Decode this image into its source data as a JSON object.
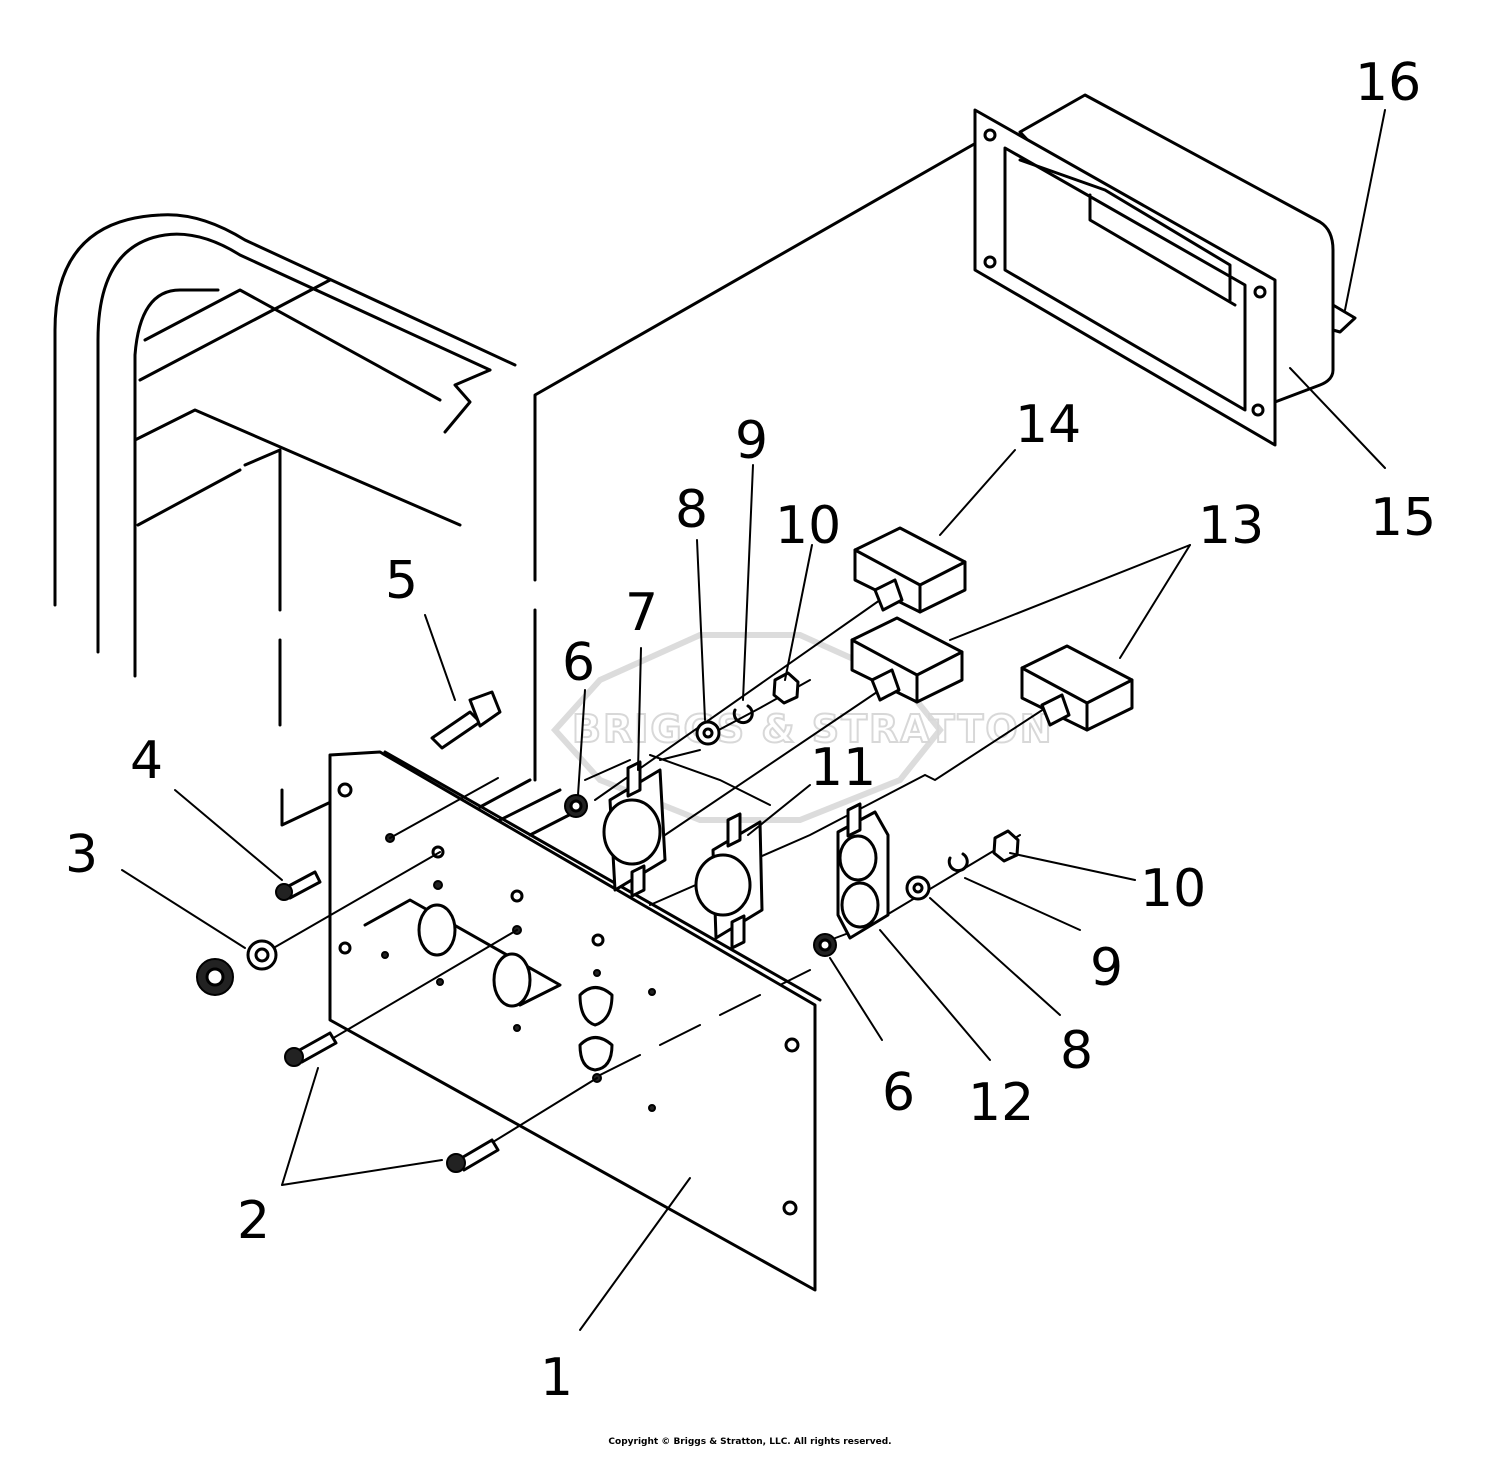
{
  "diagram": {
    "callouts": [
      "16",
      "15",
      "14",
      "13",
      "9",
      "10",
      "8",
      "7",
      "6",
      "5",
      "11",
      "4",
      "3",
      "10",
      "9",
      "8",
      "6",
      "12",
      "2",
      "1"
    ]
  },
  "watermark": "BRIGGS & STRATTON",
  "copyright": "Copyright © Briggs & Stratton, LLC. All rights reserved."
}
